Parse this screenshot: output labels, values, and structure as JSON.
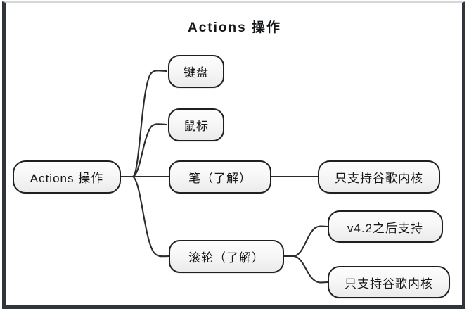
{
  "page": {
    "title": "Actions 操作",
    "background_color": "#ffffff",
    "frame_color": "#31343c",
    "node_border_color": "#1d1f22",
    "node_fill_color": "#f5f5f5",
    "edge_color": "#2b2b2b"
  },
  "mindmap": {
    "root": {
      "id": "root",
      "label": "Actions 操作"
    },
    "branches": [
      {
        "id": "keyboard",
        "label": "键盘",
        "children": []
      },
      {
        "id": "mouse",
        "label": "鼠标",
        "children": []
      },
      {
        "id": "pen",
        "label": "笔（了解）",
        "children": [
          {
            "id": "pen-chromium-only",
            "label": "只支持谷歌内核"
          }
        ]
      },
      {
        "id": "wheel",
        "label": "滚轮（了解）",
        "children": [
          {
            "id": "wheel-v42",
            "label": "v4.2之后支持"
          },
          {
            "id": "wheel-chromium-only",
            "label": "只支持谷歌内核"
          }
        ]
      }
    ]
  }
}
